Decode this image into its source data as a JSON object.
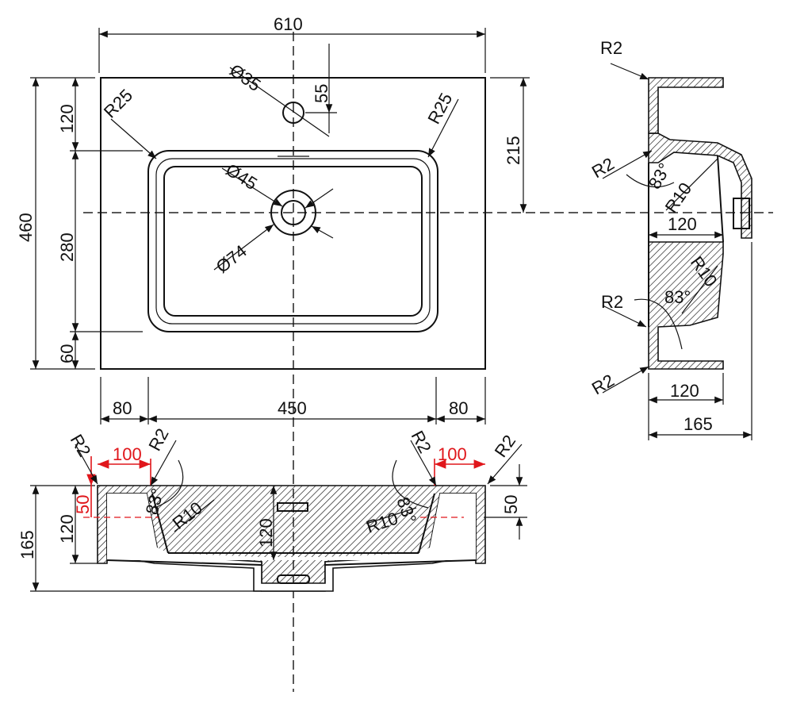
{
  "colors": {
    "line": "#111111",
    "highlight": "#e0161b"
  },
  "top_view": {
    "width": "610",
    "depth": "460",
    "overflow_dia": "Ø35",
    "overflow_offset": "55",
    "corner_radius_left": "R25",
    "corner_radius_right": "R25",
    "top_margin": "120",
    "basin_depth": "280",
    "bottom_margin": "60",
    "drain_offset": "215",
    "drain_inner": "Ø45",
    "drain_outer": "Ø74",
    "left_margin": "80",
    "basin_width": "450",
    "right_margin": "80"
  },
  "side_view": {
    "r2_top": "R2",
    "r2_mid": "R2",
    "r2_low": "R2",
    "r2_bottom": "R2",
    "angle_top": "83°",
    "angle_bottom": "83°",
    "r10_top": "R10",
    "r10_bottom": "R10",
    "inner_depth": "120",
    "bowl_depth": "120",
    "total_depth": "165"
  },
  "front_view": {
    "r2_a": "R2",
    "r2_b": "R2",
    "r2_c": "R2",
    "r2_d": "R2",
    "left_rim": "100",
    "right_rim": "100",
    "left_rim_height": "50",
    "right_rim_height": "50",
    "left_angle": "83°",
    "right_angle": "83°",
    "left_r10": "R10",
    "right_r10": "R10",
    "total_height": "165",
    "side_height": "120",
    "bowl_height": "120"
  }
}
